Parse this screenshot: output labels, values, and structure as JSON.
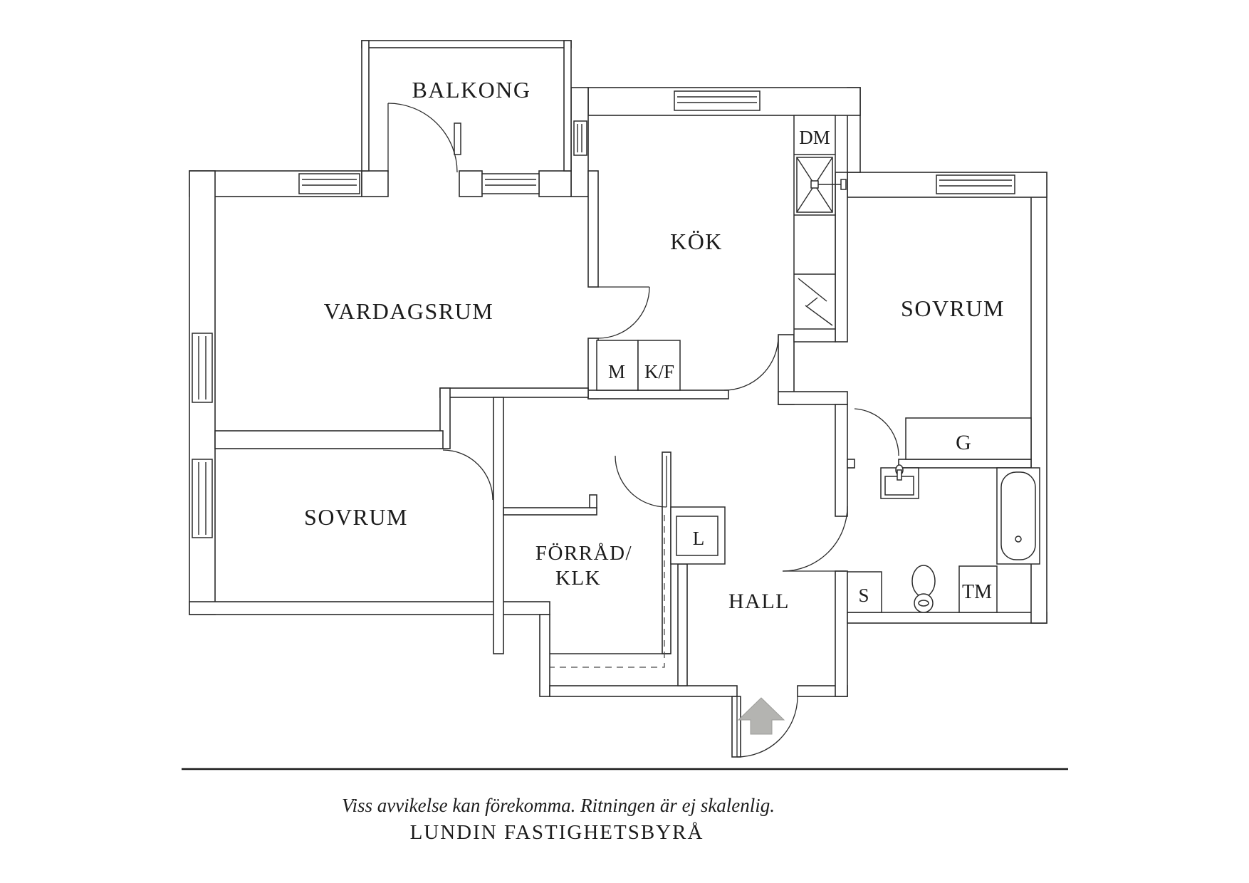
{
  "title": "floor-plan",
  "labels": {
    "balkong": "BALKONG",
    "vardagsrum": "VARDAGSRUM",
    "kok": "KÖK",
    "sovrum_right": "SOVRUM",
    "sovrum_left": "SOVRUM",
    "forrad_line1": "FÖRRÅD/",
    "forrad_line2": "KLK",
    "hall": "HALL",
    "dm": "DM",
    "m": "M",
    "kf": "K/F",
    "g": "G",
    "l": "L",
    "s": "S",
    "tm": "TM"
  },
  "footer": {
    "disclaimer": "Viss avvikelse kan förekomma. Ritningen är ej skalenlig.",
    "brand": "LUNDIN FASTIGHETSBYRÅ"
  },
  "colors": {
    "line": "#2b2b2b",
    "text": "#1c1c1c",
    "arrow": "#b4b4b1",
    "background": "#ffffff"
  }
}
